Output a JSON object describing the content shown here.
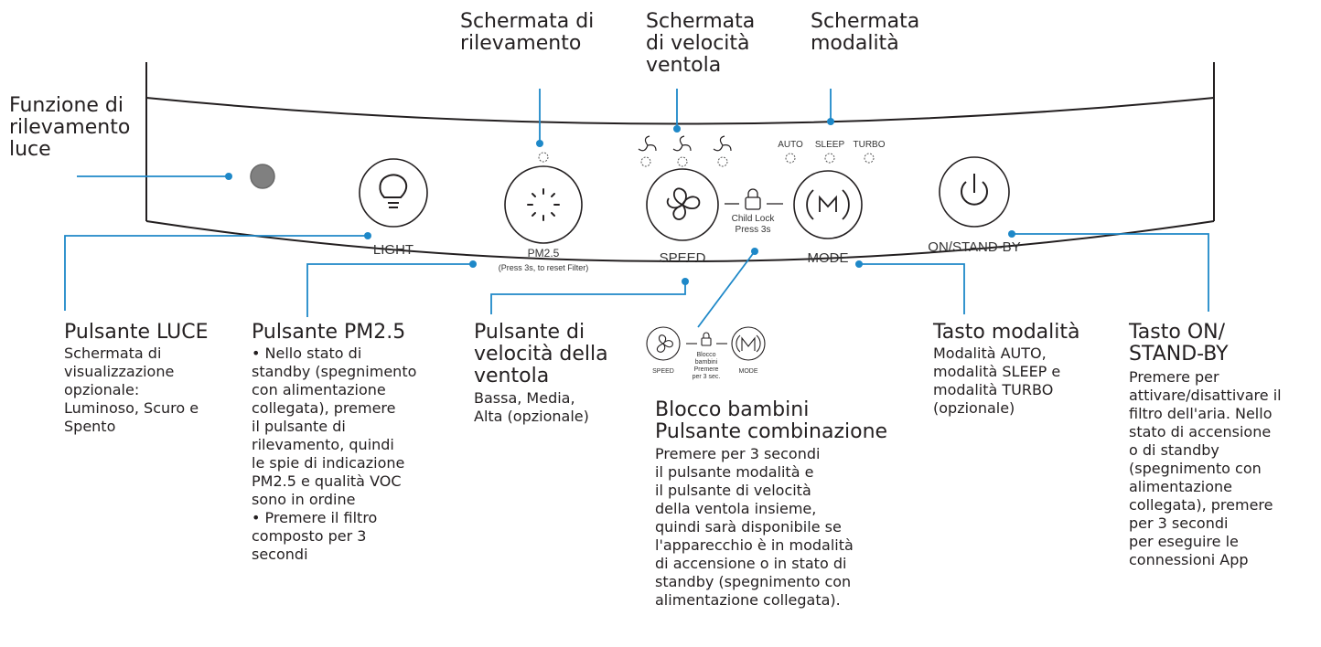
{
  "callouts_top": {
    "rilevamento": "Schermata di\nrilevamento",
    "velocita": "Schermata\ndi velocità\nventola",
    "modalita": "Schermata\nmodalità",
    "luce": "Funzione di\nrilevamento\nluce"
  },
  "panel": {
    "light_label": "LIGHT",
    "pm_label": "PM2.5",
    "pm_sub": "(Press 3s, to reset Filter)",
    "speed_label": "SPEED",
    "mode_label": "MODE",
    "power_label": "ON/STAND-BY",
    "child_lock_line1": "Child Lock",
    "child_lock_line2": "Press 3s",
    "mode_auto": "AUTO",
    "mode_sleep": "SLEEP",
    "mode_turbo": "TURBO",
    "mini_speed": "SPEED",
    "mini_mode": "MODE",
    "mini_lock": "Blocco\nbambini\nPremere\nper 3 sec."
  },
  "descriptions": {
    "luce": {
      "title": "Pulsante LUCE",
      "body": "Schermata di\nvisualizzazione\nopzionale:\nLuminoso, Scuro e\nSpento"
    },
    "pm": {
      "title": "Pulsante PM2.5",
      "body": "• Nello stato di\nstandby (spegnimento\ncon alimentazione\ncollegata), premere\nil pulsante di\nrilevamento, quindi\nle spie di indicazione\nPM2.5 e qualità VOC\nsono in ordine\n• Premere il filtro\ncomposto per 3\nsecondi"
    },
    "velocita": {
      "title": "Pulsante di\nvelocità della\nventola",
      "body": "Bassa, Media,\nAlta (opzionale)"
    },
    "blocco": {
      "title": "Blocco bambini\nPulsante combinazione",
      "body": "Premere per 3 secondi\nil pulsante modalità e\nil pulsante di velocità\ndella ventola insieme,\nquindi sarà disponibile se\nl'apparecchio è in modalità\ndi accensione o in stato di\nstandby (spegnimento con\nalimentazione collegata)."
    },
    "modalita": {
      "title": "Tasto modalità",
      "body": "Modalità AUTO,\nmodalità SLEEP e\nmodalità TURBO\n(opzionale)"
    },
    "onstandby": {
      "title": "Tasto ON/\nSTAND-BY",
      "body": "Premere per\nattivare/disattivare il\nfiltro dell'aria. Nello\nstato di accensione\no di standby\n(spegnimento con\nalimentazione\ncollegata), premere\nper 3 secondi\nper eseguire le\nconnessioni App"
    }
  },
  "colors": {
    "callout": "#1e88c8",
    "outline": "#231f20",
    "sensor": "#808080"
  }
}
